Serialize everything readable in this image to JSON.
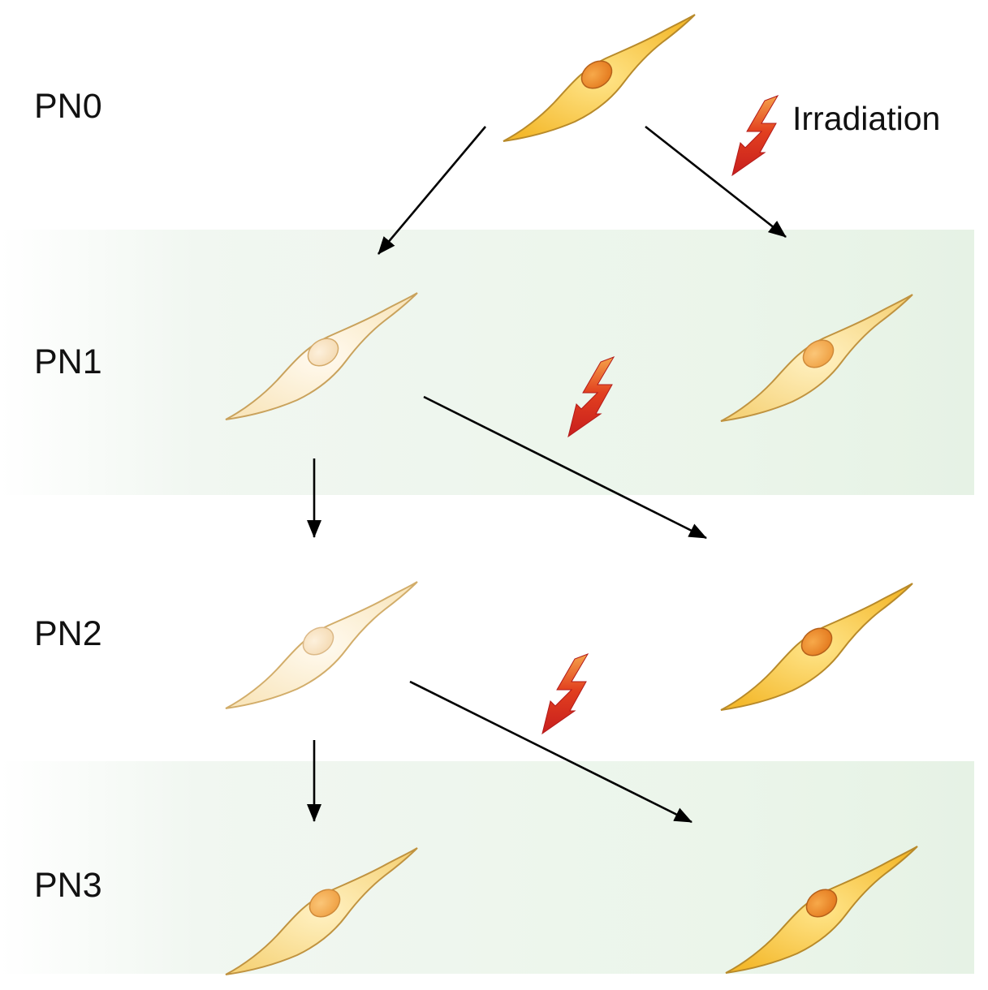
{
  "rows": [
    {
      "label": "PN0"
    },
    {
      "label": "PN1"
    },
    {
      "label": "PN2"
    },
    {
      "label": "PN3"
    }
  ],
  "legend": {
    "irradiation_label": "Irradiation"
  },
  "cells": [
    {
      "id": "pn0-cell",
      "state": "healthy"
    },
    {
      "id": "pn1-left-cell",
      "state": "pale"
    },
    {
      "id": "pn1-right-cell",
      "state": "intermediate"
    },
    {
      "id": "pn2-left-cell",
      "state": "pale"
    },
    {
      "id": "pn2-right-cell",
      "state": "healthy"
    },
    {
      "id": "pn3-left-cell",
      "state": "intermediate"
    },
    {
      "id": "pn3-right-cell",
      "state": "healthy"
    }
  ],
  "colors": {
    "band": "#eef6ee",
    "arrow": "#000000",
    "bolt": "#cc2222",
    "cell_outline": "#b88a2a"
  }
}
